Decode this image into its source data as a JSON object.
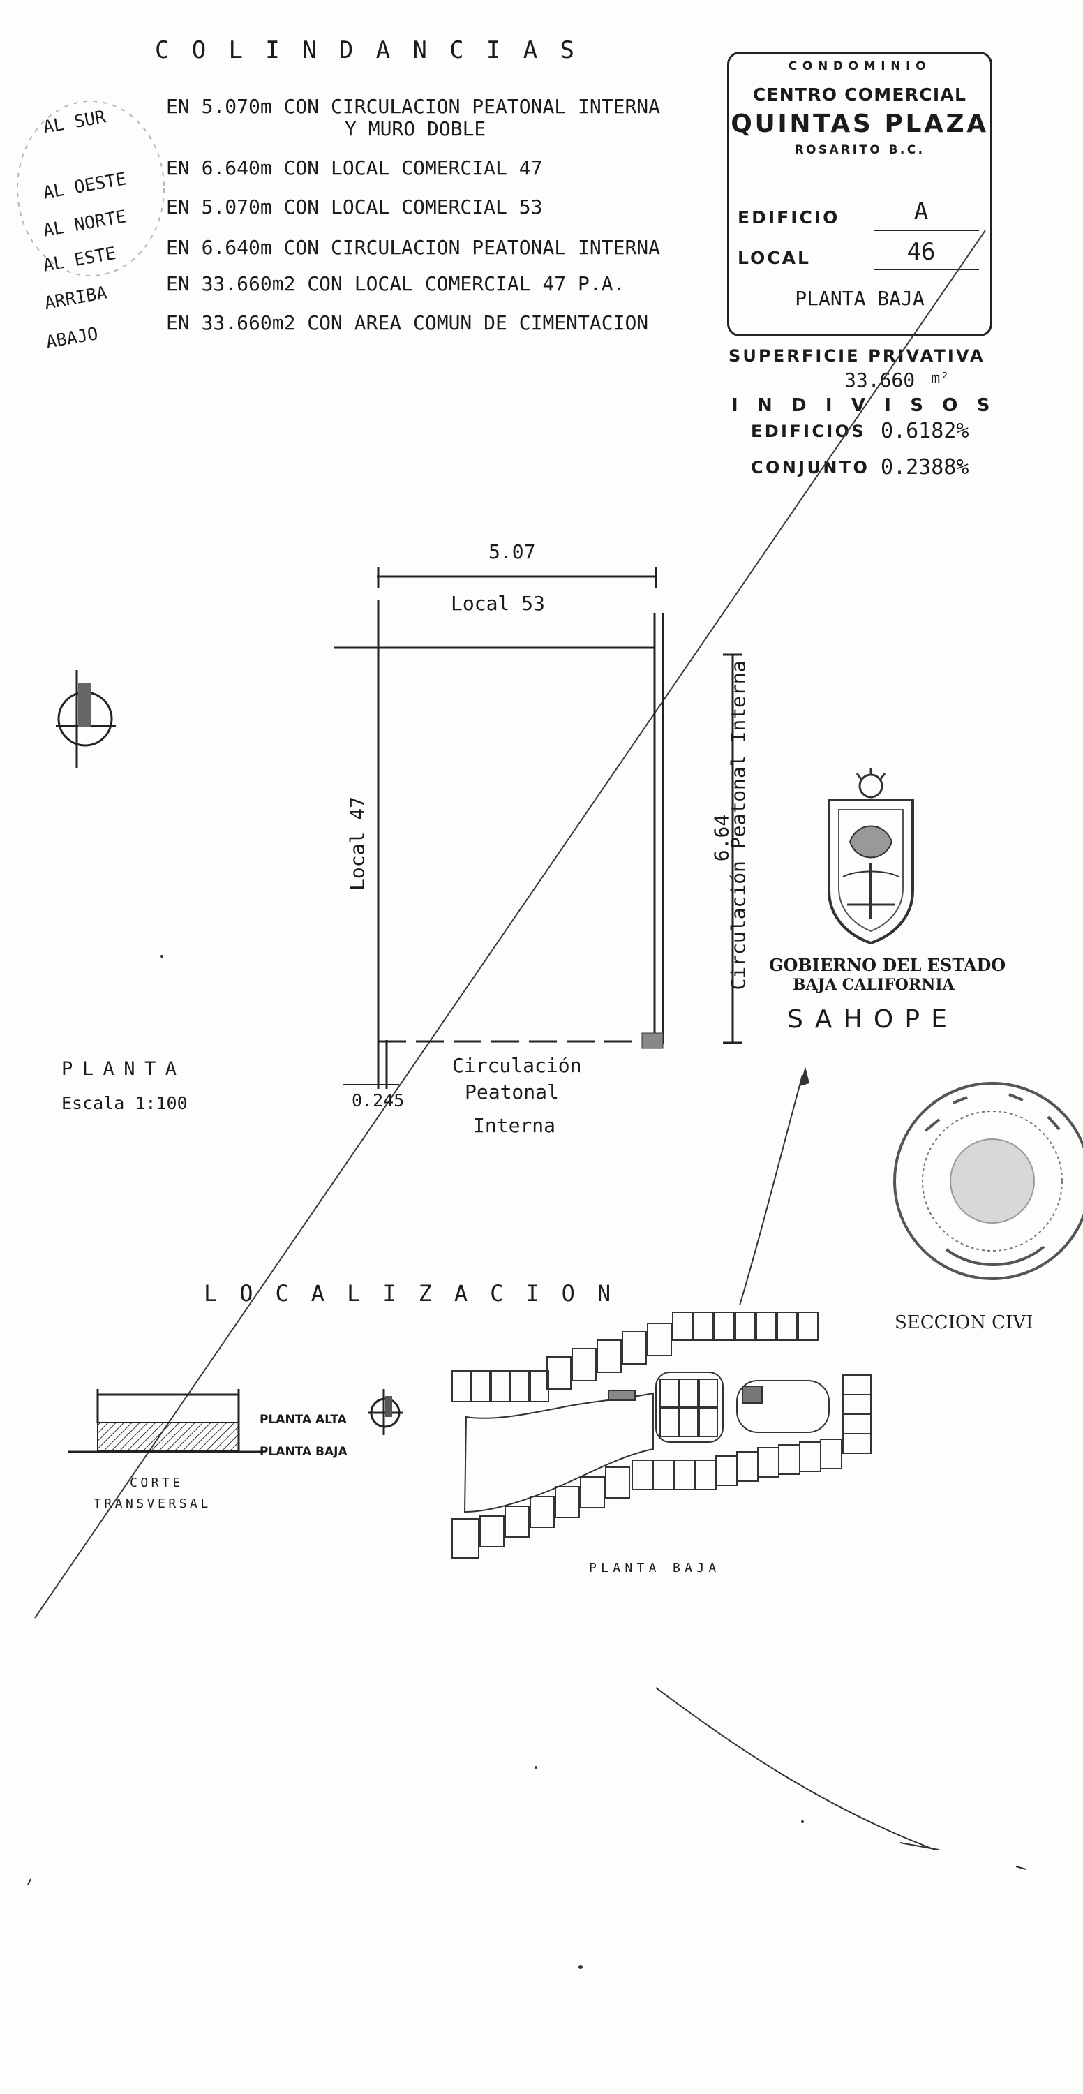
{
  "colindancias": {
    "title": "COLINDANCIAS",
    "rows": [
      {
        "direction": "AL SUR",
        "description": "EN  5.070m CON CIRCULACION PEATONAL INTERNA",
        "description2": "Y MURO DOBLE"
      },
      {
        "direction": "AL OESTE",
        "description": "EN  6.640m CON LOCAL COMERCIAL 47"
      },
      {
        "direction": "AL NORTE",
        "description": "EN  5.070m CON LOCAL COMERCIAL 53"
      },
      {
        "direction": "AL ESTE",
        "description": "EN  6.640m CON CIRCULACION PEATONAL INTERNA"
      },
      {
        "direction": "ARRIBA",
        "description": "EN 33.660m2 CON LOCAL COMERCIAL 47 P.A."
      },
      {
        "direction": "ABAJO",
        "description": "EN 33.660m2 CON AREA COMUN DE CIMENTACION"
      }
    ]
  },
  "title_block": {
    "heading": "CONDOMINIO",
    "line1": "CENTRO COMERCIAL",
    "line2": "QUINTAS PLAZA",
    "line3": "ROSARITO B.C.",
    "edificio_label": "EDIFICIO",
    "edificio_value": "A",
    "local_label": "LOCAL",
    "local_value": "46",
    "floor": "PLANTA BAJA"
  },
  "superficie": {
    "label": "SUPERFICIE PRIVATIVA",
    "value": "33.660",
    "unit": "m²",
    "indivisos_label": "INDIVISOS",
    "edificios_label": "EDIFICIOS",
    "edificios_value": "0.6182%",
    "conjunto_label": "CONJUNTO",
    "conjunto_value": "0.2388%"
  },
  "plan": {
    "width_dim": "5.07",
    "height_dim": "6.64",
    "offset_dim": "0.245",
    "north_label": "Local 53",
    "west_label": "Local 47",
    "east_label": "Circulación Peatonal Interna",
    "south_label1": "Circulación",
    "south_label2": "Peatonal",
    "south_label3": "Interna",
    "caption": "PLANTA",
    "scale": "Escala 1:100"
  },
  "gobierno": {
    "line1": "GOBIERNO DEL ESTADO",
    "line2": "BAJA CALIFORNIA",
    "agency": "SAHOPE"
  },
  "stamp": {
    "seccion": "SECCION CIVI"
  },
  "localizacion": {
    "title": "LOCALIZACION",
    "planta_alta": "PLANTA ALTA",
    "planta_baja": "PLANTA BAJA",
    "corte_line1": "CORTE",
    "corte_line2": "TRANSVERSAL",
    "site_caption": "PLANTA BAJA"
  }
}
